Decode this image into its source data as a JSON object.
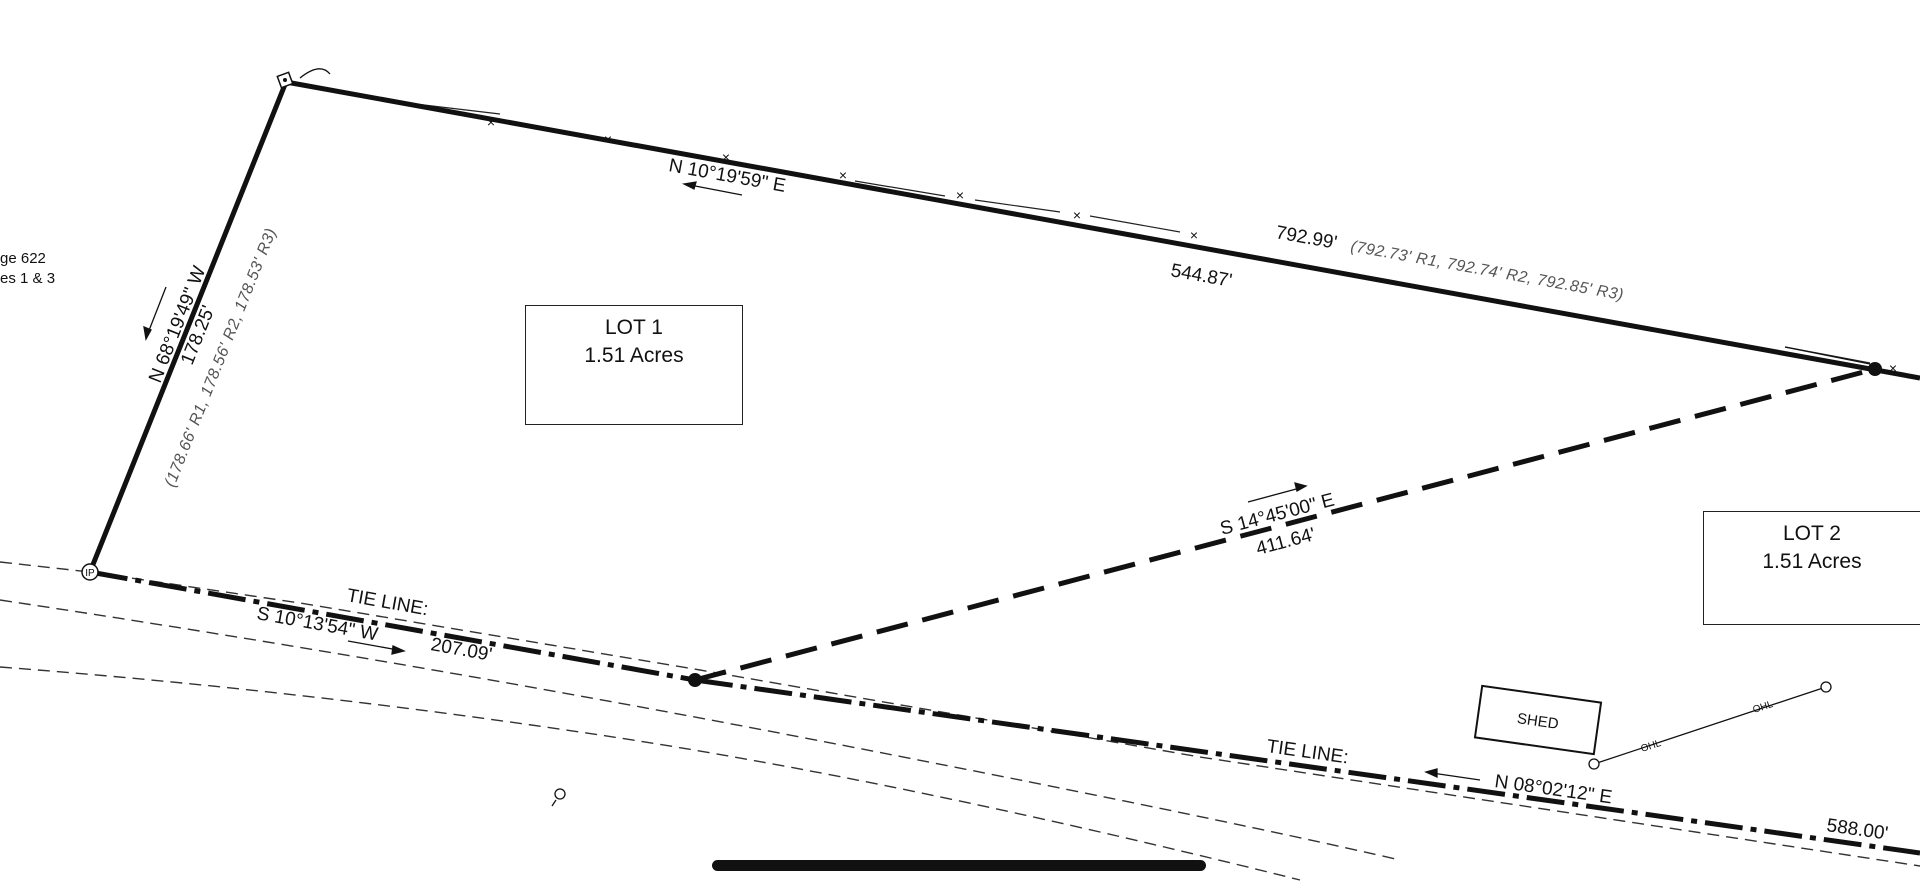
{
  "lots": {
    "lot1": {
      "name": "LOT 1",
      "area": "1.51 Acres"
    },
    "lot2": {
      "name": "LOT 2",
      "area": "1.51 Acres"
    }
  },
  "shed": "SHED",
  "bearings": {
    "north_line": "N 10°19'59\" E",
    "north_line_segment": "544.87'",
    "north_line_total": "792.99'",
    "north_line_refs": "(792.73' R1, 792.74' R2, 792.85' R3)",
    "west_line": "N 68°19'49\" W",
    "west_line_length": "178.25'",
    "west_line_refs": "(178.66' R1, 178.56' R2, 178.53' R3)",
    "division_line": "S 14°45'00\" E",
    "division_line_length": "411.64'",
    "tie_line_west_label": "TIE LINE:",
    "tie_line_west": "S 10°13'54\" W",
    "tie_line_west_length": "207.09'",
    "tie_line_east_label": "TIE LINE:",
    "tie_line_east": "N 08°02'12\" E",
    "tie_line_east_length": "588.00'"
  },
  "utility": {
    "ohl_1": "OHL",
    "ohl_2": "OHL"
  },
  "margin_note": {
    "line1": "ge 622",
    "line2": "es 1 & 3"
  },
  "markers": {
    "iron_pin": "IP"
  }
}
